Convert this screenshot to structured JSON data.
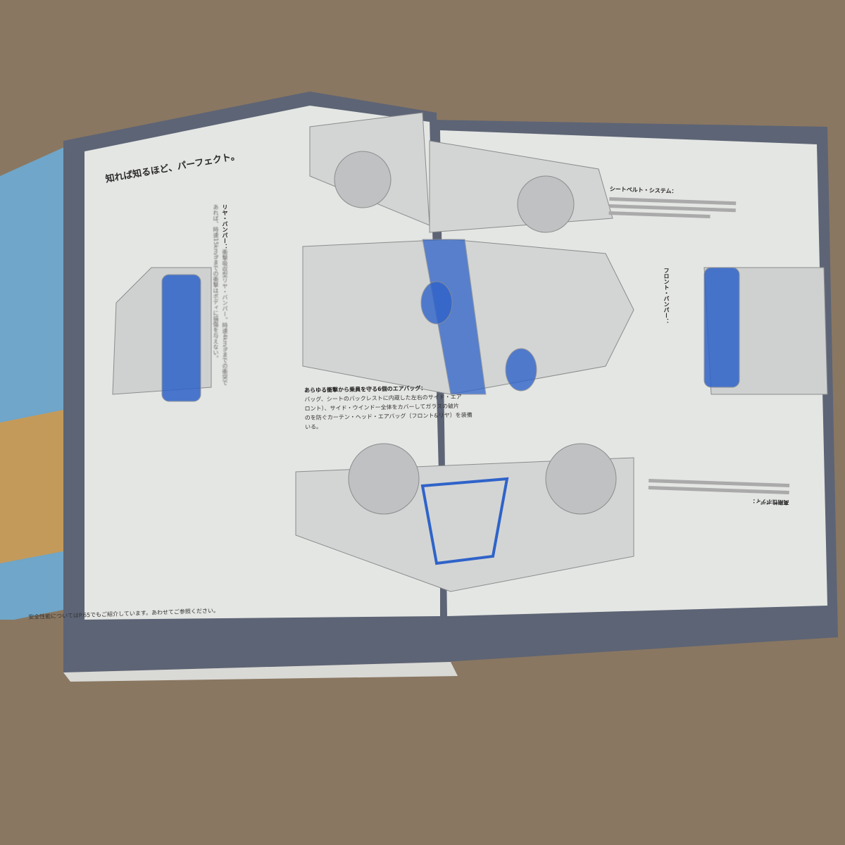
{
  "left_page": {
    "heading": "知れば知るほど、パーフェクト。",
    "rear_bumper": {
      "label": "リヤ・バンパー：",
      "text": "衝撃吸収型リヤ・バンパー。時速4km/hまでの衝突であれば、時速15km/hまでの衝撃はボディに損傷を与えない。"
    },
    "footer_note": "安全性能についてはP.65でもご紹介しています。あわせてご参照ください。"
  },
  "center": {
    "airbag_label": "あらゆる衝撃から乗員を守る6個のエアバッグ：",
    "airbag_lines": [
      "バッグ、シートのバックレストに内蔵した左右のサイド・エア",
      "ロント）、サイド・ウインドー全体をカバーしてガラスの破片",
      "のを防ぐカーテン・ヘッド・エアバッグ（フロント&リヤ）を装備",
      "いる。"
    ]
  },
  "right_page": {
    "seatbelt_label": "シートベルト・システム：",
    "front_bumper_label": "フロント・バンパー：",
    "body_label": "高剛性ボディ："
  },
  "colors": {
    "carpet": "#8a7761",
    "page": "#e4e6e3",
    "band": "#5d6475",
    "airbag_blue": "#2f63c9"
  }
}
